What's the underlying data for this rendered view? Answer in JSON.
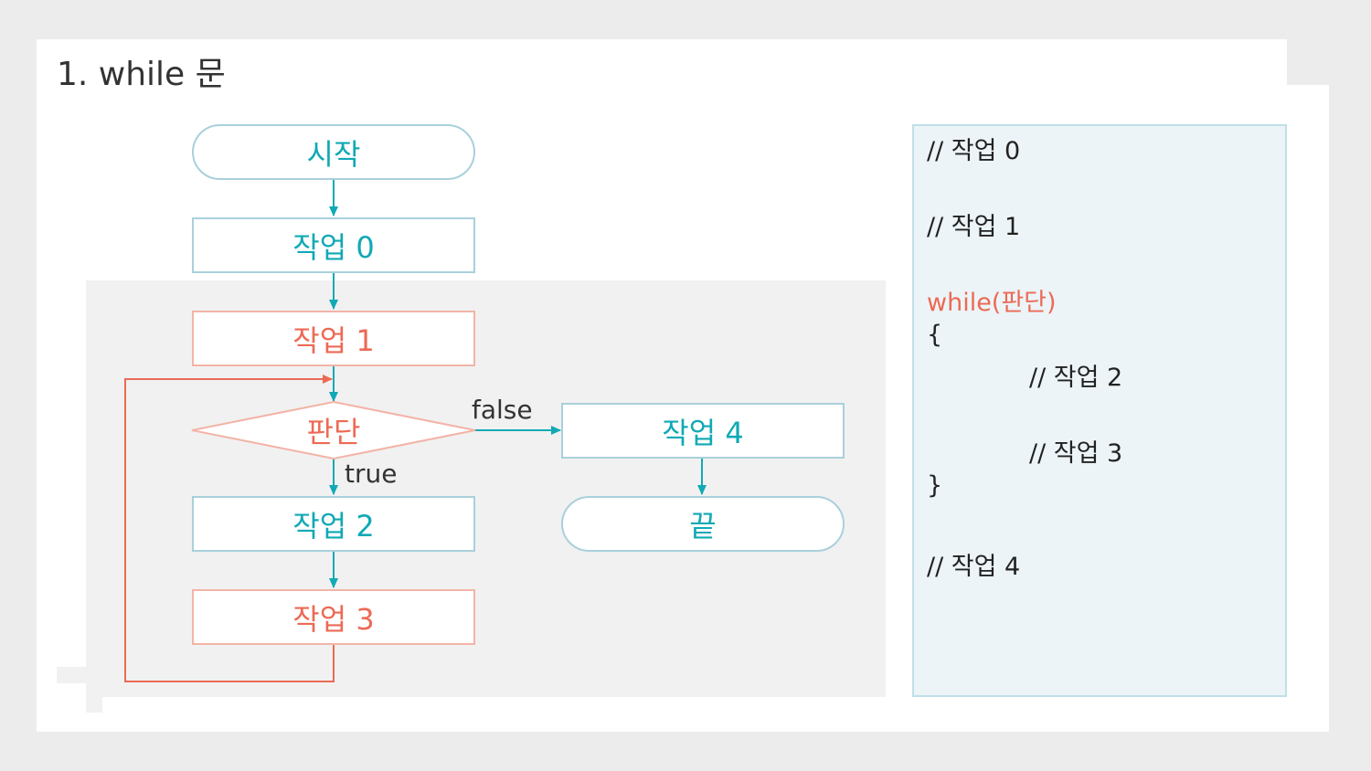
{
  "title": "1. while 문",
  "flowchart": {
    "start": "시작",
    "task0": "작업 0",
    "task1": "작업 1",
    "decision": "판단",
    "task2": "작업 2",
    "task3": "작업 3",
    "task4": "작업 4",
    "end": "끝",
    "true_label": "true",
    "false_label": "false"
  },
  "code": {
    "lines": [
      "// 작업 0",
      "// 작업 1",
      "while(판단)",
      "{",
      "// 작업 2",
      "// 작업 3",
      "}",
      "// 작업 4"
    ]
  },
  "colors": {
    "teal": "#10a9b5",
    "coral": "#ec6a55",
    "loop_background": "#f1f1f1",
    "code_background": "#ecf4f7"
  }
}
